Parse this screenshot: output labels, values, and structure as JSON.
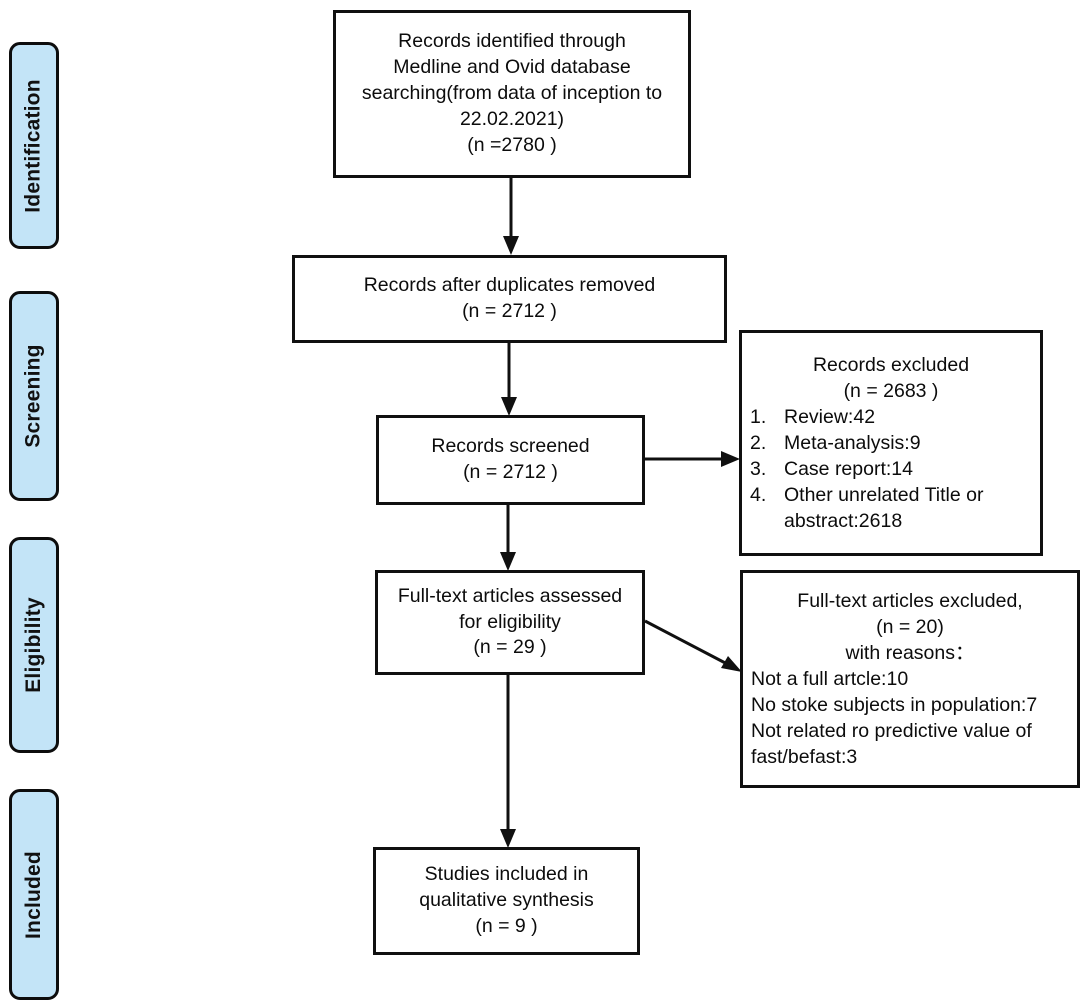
{
  "figure": {
    "type": "prisma-flow-diagram",
    "colors": {
      "stage_fill": "#c3e4f7",
      "stage_border": "#0d0d0d",
      "box_border": "#101010",
      "box_fill": "#ffffff",
      "text": "#0c0c0c",
      "background": "#ffffff"
    }
  },
  "stages": [
    {
      "label": "Identification"
    },
    {
      "label": "Screening"
    },
    {
      "label": "Eligibility"
    },
    {
      "label": "Included"
    }
  ],
  "boxes": {
    "identified": {
      "lines": [
        "Records identified through",
        "Medline and Ovid database",
        "searching(from data of inception to",
        "22.02.2021)",
        "(n =2780   )"
      ]
    },
    "duplicates_removed": {
      "lines": [
        "Records after duplicates removed",
        "(n = 2712  )"
      ]
    },
    "screened": {
      "lines": [
        "Records screened",
        "(n = 2712  )"
      ]
    },
    "records_excluded": {
      "title": "Records excluded",
      "count": "(n = 2683  )",
      "items": [
        {
          "num": "1.",
          "text": "Review:42"
        },
        {
          "num": "2.",
          "text": "Meta-analysis:9"
        },
        {
          "num": "3.",
          "text": "Case report:14"
        },
        {
          "num": "4.",
          "text": "Other unrelated Title or"
        },
        {
          "num": "",
          "text": "abstract:2618"
        }
      ]
    },
    "fulltext_assessed": {
      "lines": [
        "Full-text articles assessed",
        "for eligibility",
        "(n = 29  )"
      ]
    },
    "fulltext_excluded": {
      "title": "Full-text articles excluded,",
      "count": "(n = 20)",
      "reasons_header": "with reasons：",
      "reasons": [
        "Not a full artcle:10",
        "No stoke subjects in population:7",
        "Not related ro predictive value of",
        "fast/befast:3"
      ]
    },
    "included": {
      "lines": [
        "Studies included in",
        "qualitative synthesis",
        "(n = 9  )"
      ]
    }
  },
  "connectors": [
    {
      "name": "identified-to-duplicates",
      "kind": "vertical-arrow"
    },
    {
      "name": "duplicates-to-screened",
      "kind": "vertical-arrow"
    },
    {
      "name": "screened-to-records-excluded",
      "kind": "horizontal-arrow"
    },
    {
      "name": "screened-to-fulltext-assessed",
      "kind": "vertical-arrow"
    },
    {
      "name": "fulltext-assessed-to-fulltext-excluded",
      "kind": "diagonal-arrow"
    },
    {
      "name": "fulltext-assessed-to-included",
      "kind": "vertical-arrow"
    }
  ]
}
